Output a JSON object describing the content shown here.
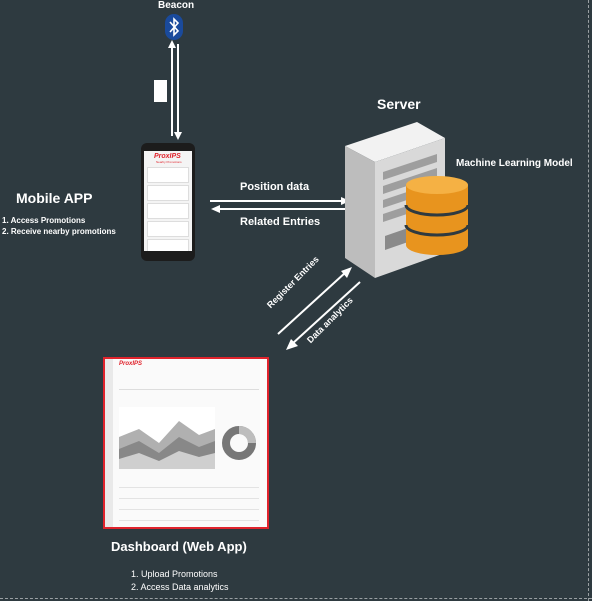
{
  "beacon": {
    "label": "Beacon",
    "icon": "bluetooth-icon"
  },
  "mobile_app": {
    "title": "Mobile APP",
    "items": [
      "1. Access Promotions",
      "2. Receive nearby promotions"
    ],
    "screen_brand": "ProxIPS",
    "screen_heading": "Nearby Promotions"
  },
  "server": {
    "title": "Server",
    "model_label": "Machine Learning Model"
  },
  "arrows": {
    "position_data": "Position data",
    "related_entries": "Related Entries",
    "register_entries": "Register Entries",
    "data_analytics": "Data analytics"
  },
  "dashboard": {
    "title": "Dashboard (Web App)",
    "items": [
      "1. Upload Promotions",
      "2. Access Data analytics"
    ],
    "brand": "ProxIPS"
  },
  "colors": {
    "background": "#2e3a40",
    "dashboard_border": "#e0232c",
    "database": "#f0a830",
    "bluetooth": "#1a4a9c"
  }
}
